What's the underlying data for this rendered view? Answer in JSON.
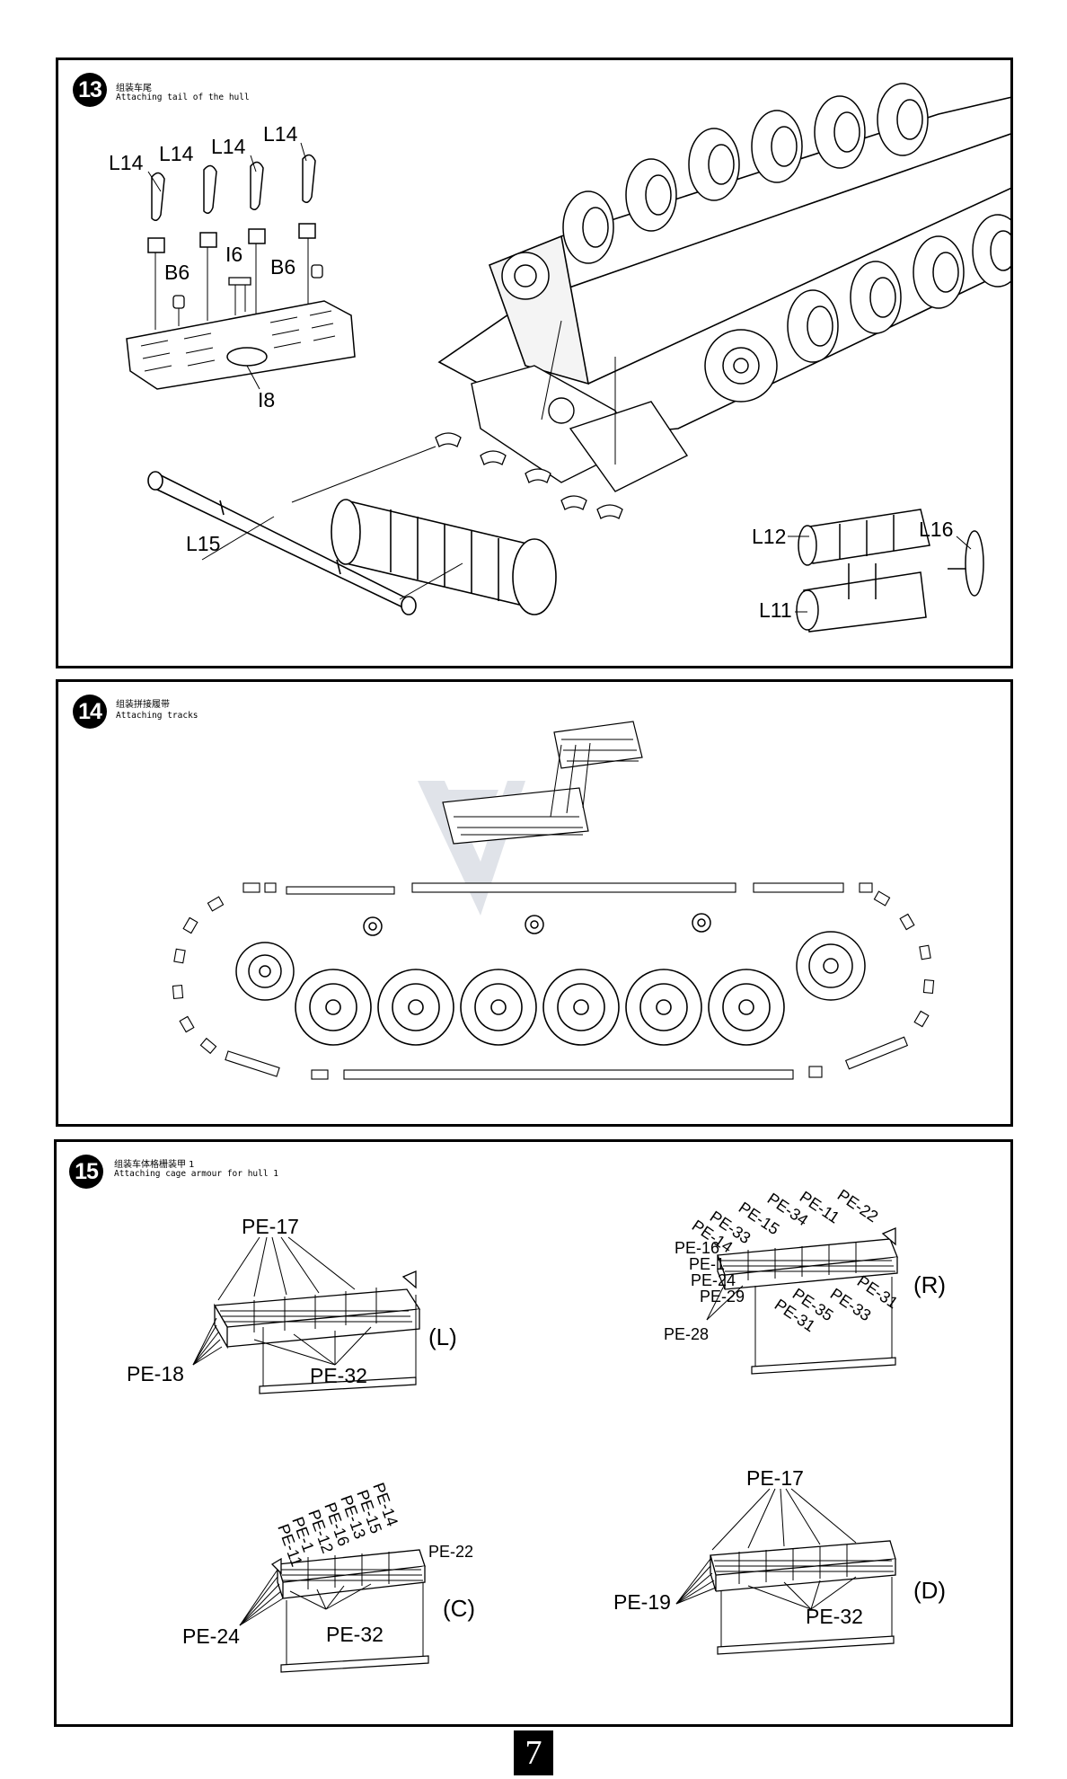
{
  "steps": [
    {
      "number": "13",
      "title_zh": "组装车尾",
      "title_en": "Attaching tail of the hull",
      "labels": {
        "l14a": "L14",
        "l14b": "L14",
        "l14c": "L14",
        "l14d": "L14",
        "b6a": "B6",
        "b6b": "B6",
        "i6": "I6",
        "i8": "I8",
        "l15": "L15",
        "l12": "L12",
        "l16": "L16",
        "l11": "L11"
      }
    },
    {
      "number": "14",
      "title_zh": "组装拼接履带",
      "title_en": "Attaching tracks"
    },
    {
      "number": "15",
      "title_zh": "组装车体格栅装甲 1",
      "title_en": "Attaching cage armour for hull 1",
      "views": {
        "L": {
          "tag": "(L)",
          "labels": [
            "PE-17",
            "PE-18",
            "PE-32"
          ]
        },
        "R": {
          "tag": "(R)",
          "labels": [
            "PE-16",
            "PE-14",
            "PE-33",
            "PE-15",
            "PE-34",
            "PE-11",
            "PE-22",
            "PE-1",
            "PE-24",
            "PE-29",
            "PE-28",
            "PE-31",
            "PE-35",
            "PE-31",
            "PE-33"
          ]
        },
        "C": {
          "tag": "(C)",
          "labels": [
            "PE-11",
            "PE-1",
            "PE-12",
            "PE-16",
            "PE-13",
            "PE-15",
            "PE-14",
            "PE-22",
            "PE-24",
            "PE-32"
          ]
        },
        "D": {
          "tag": "(D)",
          "labels": [
            "PE-17",
            "PE-19",
            "PE-32"
          ]
        }
      }
    }
  ],
  "page_number": "7"
}
